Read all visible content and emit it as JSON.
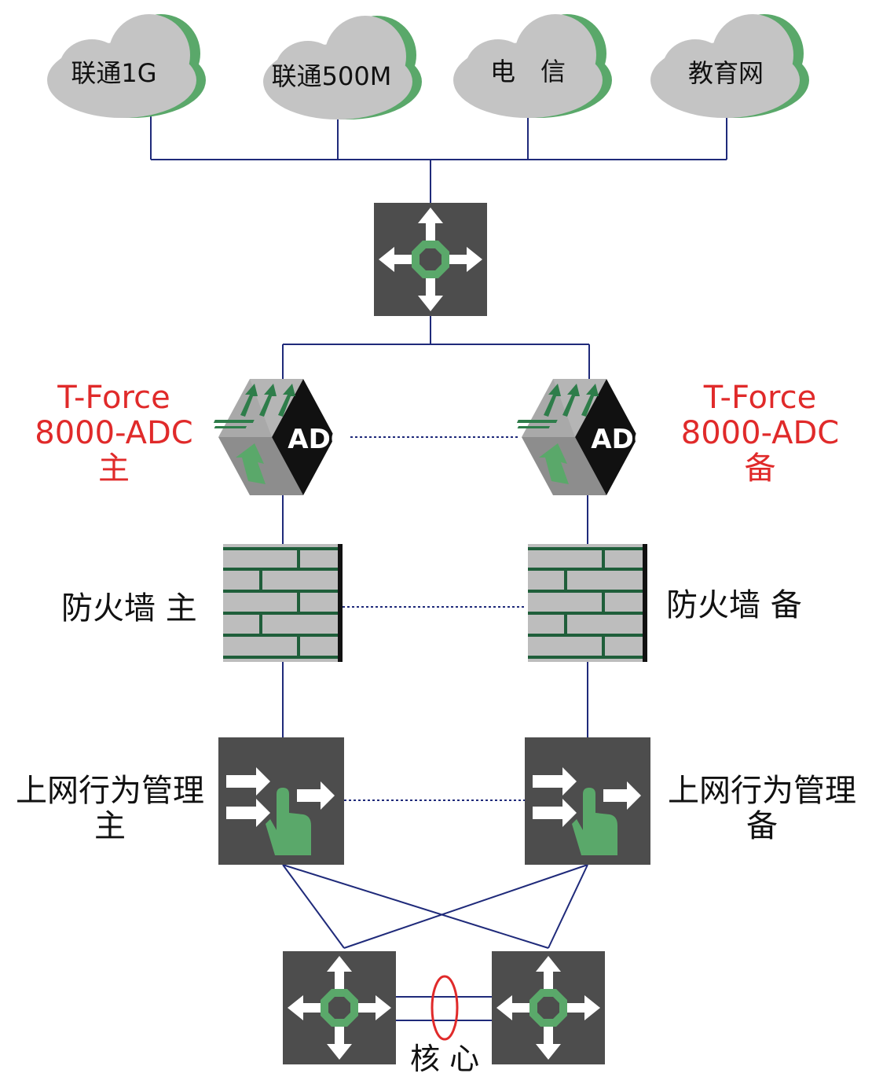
{
  "clouds": {
    "c1": "联通1G",
    "c2": "联通500M",
    "c3": "电　信",
    "c4": "教育网"
  },
  "adc": {
    "badge": "ADC",
    "main": {
      "line1": "T-Force",
      "line2": "8000-ADC",
      "line3": "主"
    },
    "backup": {
      "line1": "T-Force",
      "line2": "8000-ADC",
      "line3": "备"
    }
  },
  "firewall": {
    "main": "防火墙 主",
    "backup": "防火墙 备"
  },
  "behavior": {
    "main": {
      "line1": "上网行为管理",
      "line2": "主"
    },
    "backup": {
      "line1": "上网行为管理",
      "line2": "备"
    }
  },
  "core_label": "核 心",
  "colors": {
    "link": "#1f2a7a",
    "device": "#4a4a4a",
    "accent_green": "#5aa86a",
    "label_red": "#e02a2a",
    "lag_ring": "#e02a2a"
  }
}
